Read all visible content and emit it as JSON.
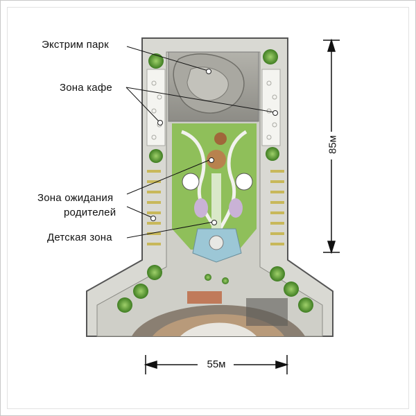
{
  "labels": {
    "extreme_park": "Экстрим парк",
    "cafe_zone": "Зона кафе",
    "waiting_zone_line1": "Зона ожидания",
    "waiting_zone_line2": "родителей",
    "kids_zone": "Детская зона"
  },
  "dimensions": {
    "height": "85м",
    "width": "55м"
  },
  "colors": {
    "plaza": "#dcdcd6",
    "outline": "#555555",
    "grass": "#7fb04a",
    "tree": "#4f8f2e",
    "concrete": "#bdbdb5",
    "water": "#9cc7d6",
    "roof": "#b8824e"
  }
}
